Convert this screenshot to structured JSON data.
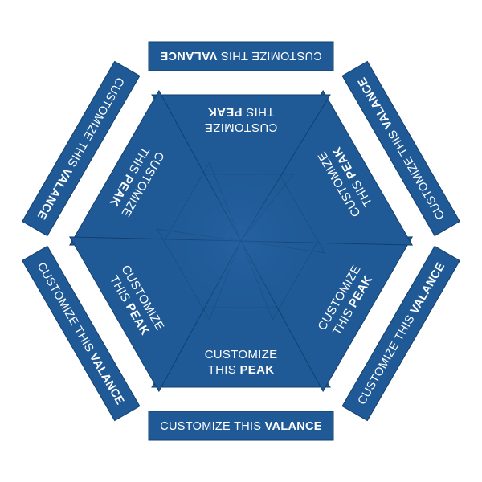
{
  "colors": {
    "panel": "#1f5a96",
    "panel_dark": "#184c83",
    "panel_edge": "#123f6e",
    "text": "#ffffff",
    "background": "#ffffff"
  },
  "peak_label": {
    "line1": "CUSTOMIZE",
    "line2_prefix": "THIS ",
    "line2_bold": "PEAK"
  },
  "valance_label": {
    "prefix": "CUSTOMIZE THIS ",
    "bold": "VALANCE"
  },
  "panels": [
    {
      "id": "bottom"
    },
    {
      "id": "bottom-right"
    },
    {
      "id": "top-right"
    },
    {
      "id": "top"
    },
    {
      "id": "top-left"
    },
    {
      "id": "bottom-left"
    }
  ]
}
